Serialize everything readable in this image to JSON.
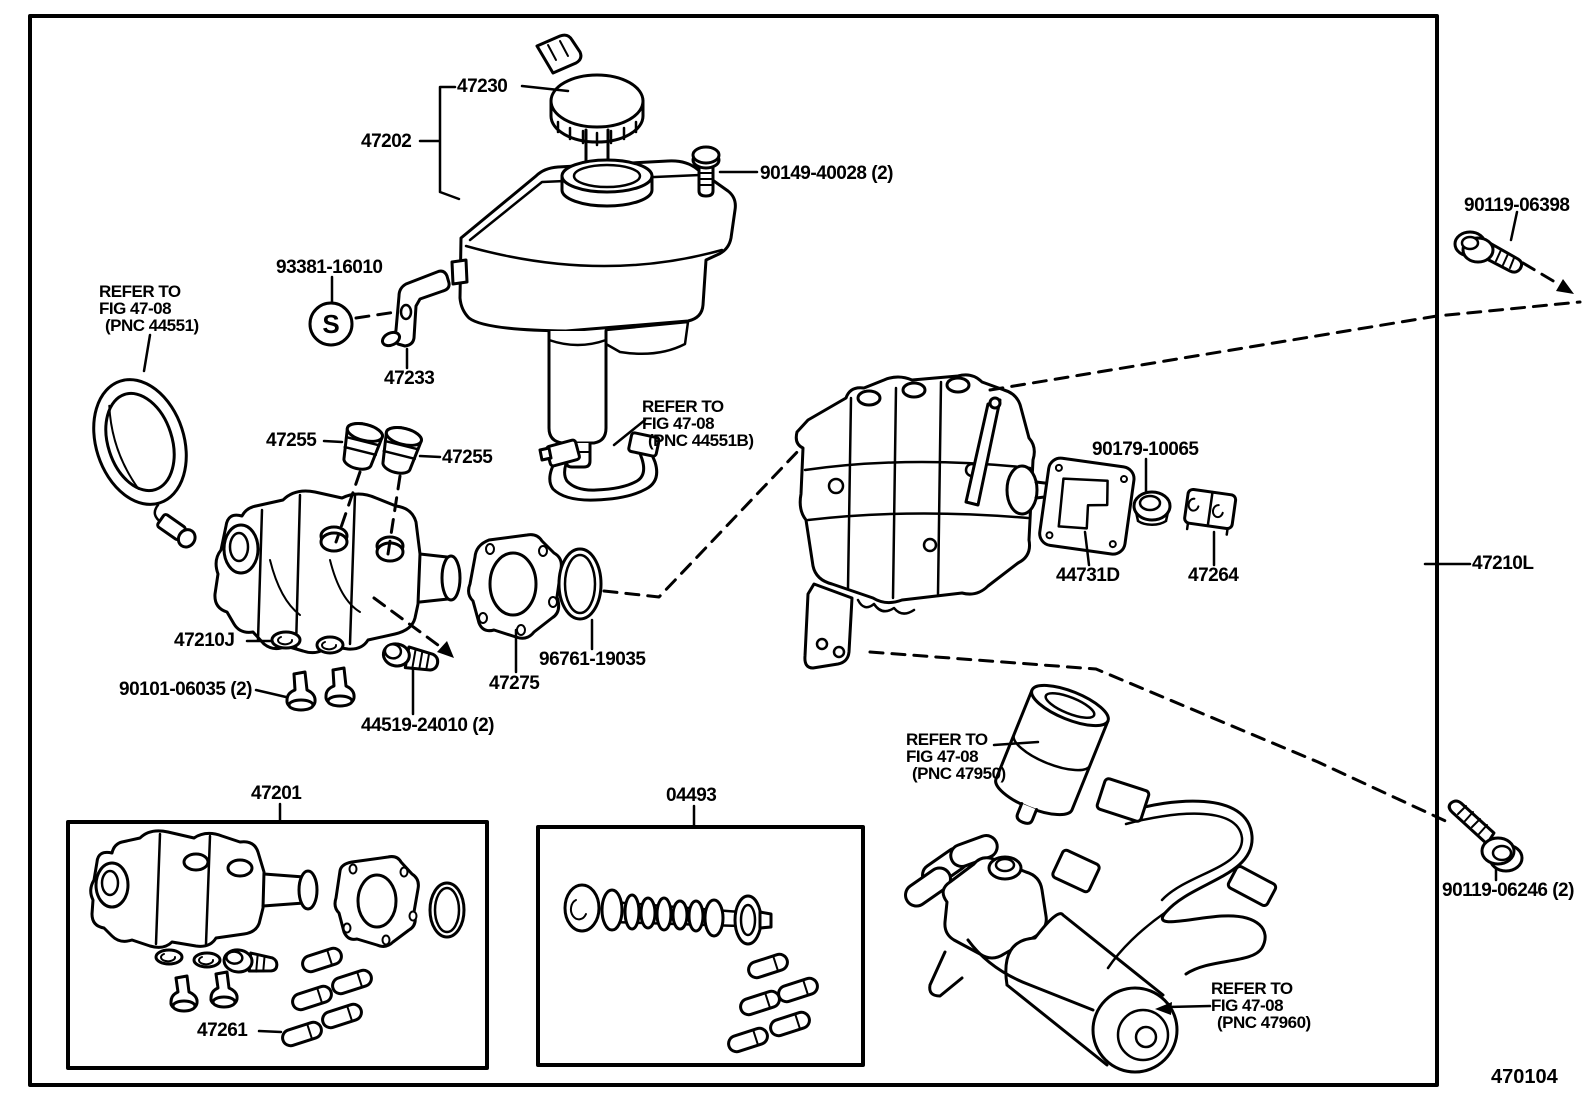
{
  "figure_number": "470104",
  "parts": {
    "cap": "47230",
    "reservoir": "47202",
    "reservoir_screw": "90149-40028 (2)",
    "union_bolt_upper": "90119-06398",
    "s_part_number": "93381-16010",
    "s_symbol": "S",
    "bracket": "47233",
    "grommet_front": "47255",
    "grommet_rear": "47255",
    "nut": "90179-10065",
    "gasket_rear": "44731D",
    "connector": "47264",
    "actuator_assembly": "47210L",
    "grommet_small": "47210J",
    "bleeder_screw": "90101-06035 (2)",
    "union_bolt_pair": "44519-24010 (2)",
    "o_ring": "96761-19035",
    "gasket_front": "47275",
    "master_cylinder_kit": "47201",
    "repair_kit": "04493",
    "stud": "47261",
    "flange_bolt_lower": "90119-06246 (2)"
  },
  "references": {
    "pnc_44551": {
      "line1": "REFER TO",
      "line2": "FIG 47-08",
      "line3": "(PNC 44551)"
    },
    "pnc_44551b": {
      "line1": "REFER TO",
      "line2": "FIG 47-08",
      "line3": "(PNC 44551B)"
    },
    "pnc_47950": {
      "line1": "REFER TO",
      "line2": "FIG 47-08",
      "line3": "(PNC 47950)"
    },
    "pnc_47960": {
      "line1": "REFER TO",
      "line2": "FIG 47-08",
      "line3": "(PNC 47960)"
    }
  },
  "colors": {
    "line": "#000000",
    "background": "#ffffff"
  }
}
